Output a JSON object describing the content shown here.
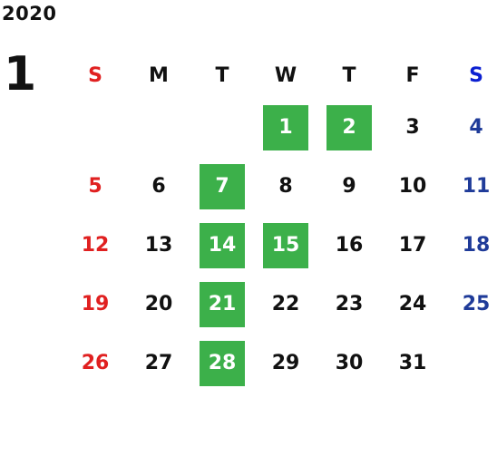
{
  "year": "2020",
  "month": "1",
  "weekdays": [
    "S",
    "M",
    "T",
    "W",
    "T",
    "F",
    "S"
  ],
  "weeks": [
    [
      "",
      "",
      "",
      "1",
      "2",
      "3",
      "4"
    ],
    [
      "5",
      "6",
      "7",
      "8",
      "9",
      "10",
      "11"
    ],
    [
      "12",
      "13",
      "14",
      "15",
      "16",
      "17",
      "18"
    ],
    [
      "19",
      "20",
      "21",
      "22",
      "23",
      "24",
      "25"
    ],
    [
      "26",
      "27",
      "28",
      "29",
      "30",
      "31",
      ""
    ]
  ],
  "highlighted_days": [
    "1",
    "2",
    "7",
    "14",
    "15",
    "21",
    "28"
  ],
  "colors": {
    "sunday": "#e02020",
    "saturday": "#1f3b99",
    "saturday_header": "#0b1fd1",
    "highlight": "#3cb04a",
    "text": "#111111"
  }
}
